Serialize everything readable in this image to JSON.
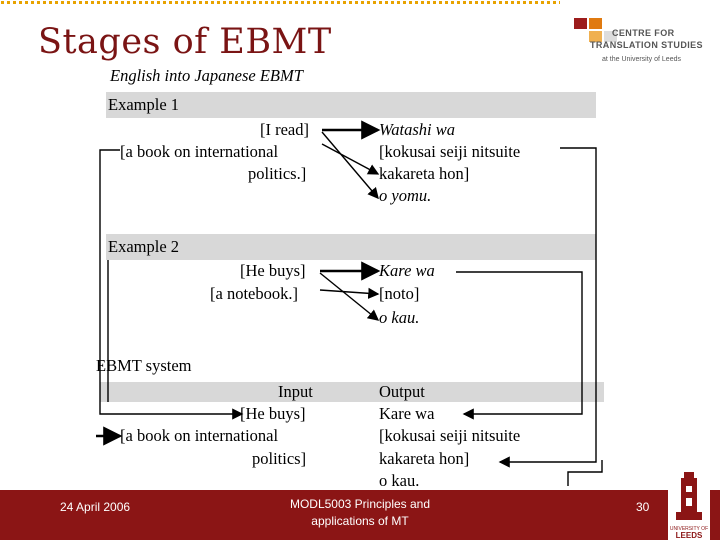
{
  "slide": {
    "title": "Stages of EBMT",
    "logo": {
      "line1": "CENTRE FOR",
      "line2": "TRANSLATION STUDIES",
      "line3": "at the University of Leeds"
    },
    "colors": {
      "accent": "#8b1515",
      "title": "#7a1414",
      "band": "#d8d8d8"
    }
  },
  "diagram": {
    "heading": "English into Japanese EBMT",
    "example1": {
      "label": "Example 1",
      "en": [
        "[I read]",
        "[a book on international",
        "politics.]"
      ],
      "ja": [
        "Watashi wa",
        "[kokusai seiji nitsuite",
        "kakareta hon]",
        "o yomu."
      ]
    },
    "example2": {
      "label": "Example 2",
      "en": [
        "[He buys]",
        "[a notebook.]"
      ],
      "ja": [
        "Kare wa",
        "[noto]",
        "o kau."
      ]
    },
    "system": {
      "label": "EBMT system",
      "input_label": "Input",
      "output_label": "Output",
      "input": [
        "[He buys]",
        "[a book on international",
        "politics]"
      ],
      "output": [
        "Kare wa",
        "[kokusai seiji nitsuite",
        "kakareta hon]",
        "o kau."
      ]
    }
  },
  "footer": {
    "date": "24 April 2006",
    "course_line1": "MODL5003 Principles and",
    "course_line2": "applications of MT",
    "page": "30",
    "university": "UNIVERSITY OF LEEDS"
  }
}
